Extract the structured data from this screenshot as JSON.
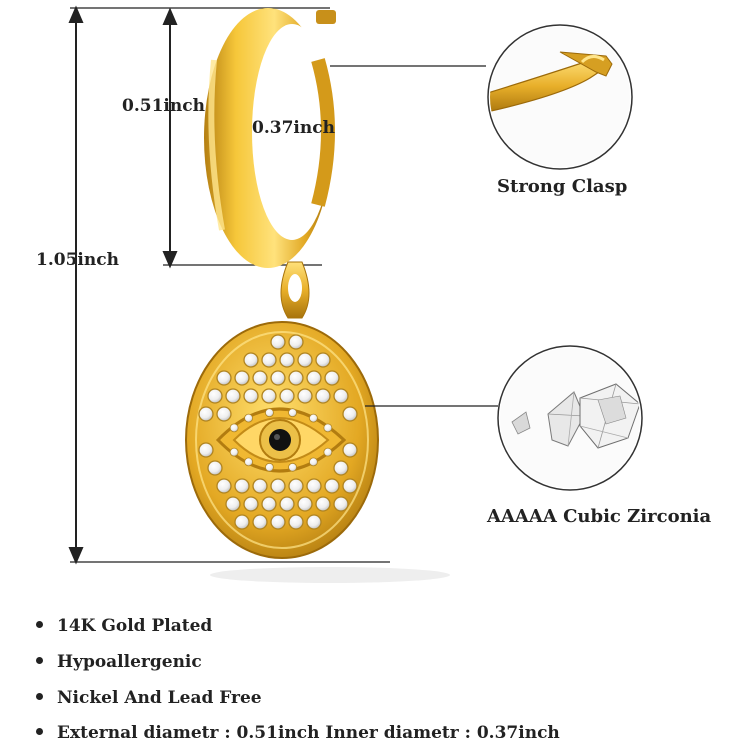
{
  "dimensions": {
    "total_height": "1.05inch",
    "external_diameter": "0.51inch",
    "inner_diameter": "0.37inch"
  },
  "callouts": {
    "clasp": "Strong Clasp",
    "stone": "AAAAA Cubic Zirconia"
  },
  "features": [
    "14K Gold Plated",
    "Hypoallergenic",
    "Nickel And Lead Free",
    "External diametr : 0.51inch Inner diametr : 0.37inch"
  ],
  "colors": {
    "gold": "#e3ad28",
    "gold_dark": "#a9760e",
    "gold_light": "#ffe58a",
    "text": "#222222"
  }
}
